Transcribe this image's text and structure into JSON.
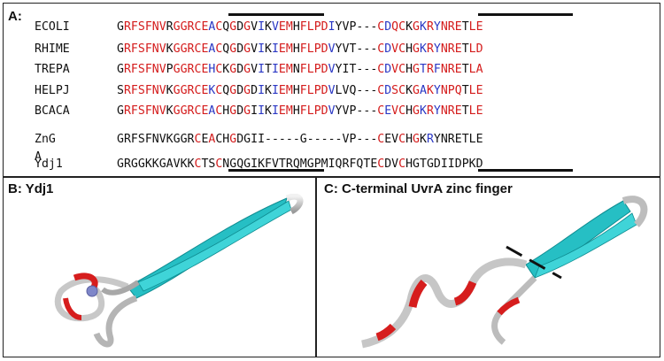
{
  "panels": {
    "a_label": "A:",
    "b_label": "B: Ydj1",
    "c_label": "C: C-terminal UvrA zinc finger"
  },
  "alignment": [
    {
      "name": "ECOLI",
      "seq": "GRFSFNVRGGRCEACQGDGVIKVEMHFLPDIYVP---CDQCKGKRYNRETLE",
      "color": "kRRRRRRkRRRRRBRkRkRkBkBRRkRRRRBkkk---RBRRkRBRBRRRkRR"
    },
    {
      "name": "RHIME",
      "seq": "GRFSFNVKGGRCEACQGDGVIKIEMHFLPDVYVT---CDVCHGKRYNRETLD",
      "color": "kRRRRRRkRRRRRBRkRkRkBkBRRkRRRRBkkk---RBRRkRBRBRRRkRR"
    },
    {
      "name": "TREPA",
      "seq": "GRFSFNVPGGRCEHCKGDGVITIEMNFLPDVYIT---CDVCHGTRFNRETLA",
      "color": "kRRRRRRkRRRRRBRkRkRkBkBRRkRRRRBkkk---RBRRkRBRBRRRkRR"
    },
    {
      "name": "HELPJ",
      "seq": "SRFSFNVKGGRCEKCQGDGDIKIEMHFLPDVLVQ---CDSCKGAKYNPQTLE",
      "color": "kRRRRRRkRRRRRBRkRkRkBkBRRkRRRRBkkk---RBRRkRBRBRRRkRR"
    },
    {
      "name": "BCACA",
      "seq": "GRFSFNVKGGRCEACHGDGIIKIEMHFLPDVYVP---CEVCHGKRYNRETLE",
      "color": "kRRRRRRkRRRRRBRkRkRkBkBRRkRRRRBkkk---RBRRkRBRBRRRkRR"
    },
    {
      "name": "ZnG A",
      "seq": "GRFSFNVKGGRCEACHGDGII-----G-----VP---CEVCHGKRYNRETLE",
      "color": "kkkkkkkkkkkRkRkkRkkkk-----k-----kk---RkkRkRkBkkkkkkk"
    },
    {
      "name": "Ydj1",
      "seq": "GRGGKKGAVKKCTSCNGQGIKFVTRQMGPMIQRFQTECDVCHGTGDIIDPKD",
      "color": "kkkkkkkkkkkRkkRkkkkkkkkkkkkkkkkkkkkkkRkkRkkkkkkkkkkk"
    }
  ]
}
